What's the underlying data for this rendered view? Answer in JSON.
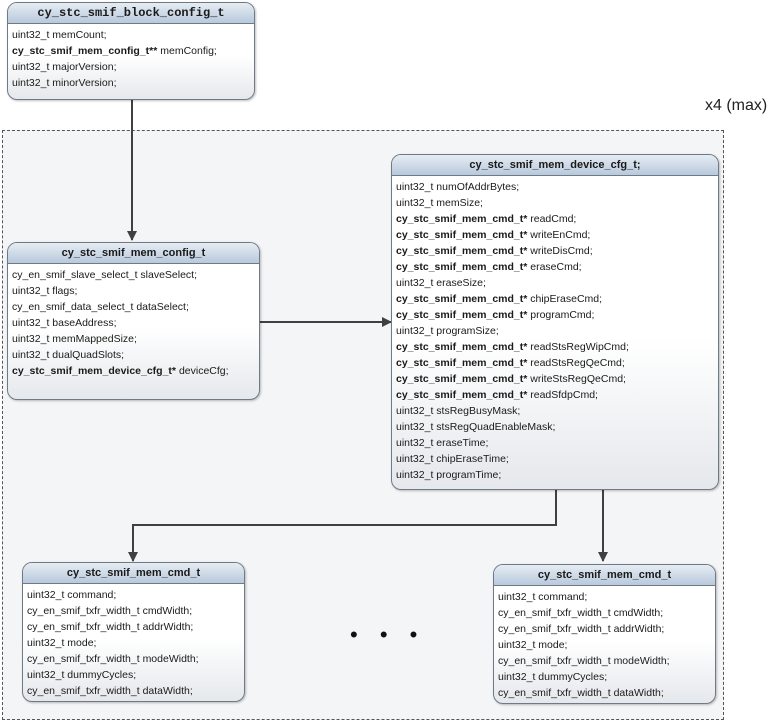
{
  "frame_label": "x4 (max)",
  "ellipsis": "• • •",
  "block_config": {
    "title": "cy_stc_smif_block_config_t",
    "fields": [
      {
        "type": "uint32_t",
        "name": "memCount;",
        "bold": false
      },
      {
        "type": "cy_stc_smif_mem_config_t**",
        "name": "memConfig;",
        "bold": true
      },
      {
        "type": "uint32_t",
        "name": "majorVersion;",
        "bold": false
      },
      {
        "type": "uint32_t",
        "name": "minorVersion;",
        "bold": false
      }
    ]
  },
  "mem_config": {
    "title": "cy_stc_smif_mem_config_t",
    "fields": [
      {
        "type": "cy_en_smif_slave_select_t",
        "name": "slaveSelect;",
        "bold": false
      },
      {
        "type": "uint32_t",
        "name": "flags;",
        "bold": false
      },
      {
        "type": "cy_en_smif_data_select_t",
        "name": "dataSelect;",
        "bold": false
      },
      {
        "type": "uint32_t",
        "name": "baseAddress;",
        "bold": false
      },
      {
        "type": "uint32_t",
        "name": "memMappedSize;",
        "bold": false
      },
      {
        "type": "uint32_t",
        "name": "dualQuadSlots;",
        "bold": false
      },
      {
        "type": "cy_stc_smif_mem_device_cfg_t*",
        "name": "deviceCfg;",
        "bold": true
      }
    ]
  },
  "device_cfg": {
    "title": "cy_stc_smif_mem_device_cfg_t;",
    "fields": [
      {
        "type": "uint32_t",
        "name": "numOfAddrBytes;",
        "bold": false
      },
      {
        "type": "uint32_t",
        "name": "memSize;",
        "bold": false
      },
      {
        "type": "cy_stc_smif_mem_cmd_t*",
        "name": "readCmd;",
        "bold": true
      },
      {
        "type": "cy_stc_smif_mem_cmd_t*",
        "name": "writeEnCmd;",
        "bold": true
      },
      {
        "type": "cy_stc_smif_mem_cmd_t*",
        "name": "writeDisCmd;",
        "bold": true
      },
      {
        "type": "cy_stc_smif_mem_cmd_t*",
        "name": "eraseCmd;",
        "bold": true
      },
      {
        "type": "uint32_t",
        "name": "eraseSize;",
        "bold": false
      },
      {
        "type": "cy_stc_smif_mem_cmd_t*",
        "name": "chipEraseCmd;",
        "bold": true
      },
      {
        "type": "cy_stc_smif_mem_cmd_t*",
        "name": "programCmd;",
        "bold": true
      },
      {
        "type": "uint32_t",
        "name": "programSize;",
        "bold": false
      },
      {
        "type": "cy_stc_smif_mem_cmd_t*",
        "name": "readStsRegWipCmd;",
        "bold": true
      },
      {
        "type": "cy_stc_smif_mem_cmd_t*",
        "name": "readStsRegQeCmd;",
        "bold": true
      },
      {
        "type": "cy_stc_smif_mem_cmd_t*",
        "name": "writeStsRegQeCmd;",
        "bold": true
      },
      {
        "type": "cy_stc_smif_mem_cmd_t*",
        "name": "readSfdpCmd;",
        "bold": true
      },
      {
        "type": "uint32_t",
        "name": "stsRegBusyMask;",
        "bold": false
      },
      {
        "type": "uint32_t",
        "name": "stsRegQuadEnableMask;",
        "bold": false
      },
      {
        "type": "uint32_t",
        "name": "eraseTime;",
        "bold": false
      },
      {
        "type": "uint32_t",
        "name": "chipEraseTime;",
        "bold": false
      },
      {
        "type": "uint32_t",
        "name": "programTime;",
        "bold": false
      }
    ]
  },
  "cmd_left": {
    "title": "cy_stc_smif_mem_cmd_t",
    "fields": [
      {
        "type": "uint32_t",
        "name": "command;",
        "bold": false
      },
      {
        "type": "cy_en_smif_txfr_width_t",
        "name": "cmdWidth;",
        "bold": false
      },
      {
        "type": "cy_en_smif_txfr_width_t",
        "name": "addrWidth;",
        "bold": false
      },
      {
        "type": "uint32_t",
        "name": "mode;",
        "bold": false
      },
      {
        "type": "cy_en_smif_txfr_width_t",
        "name": "modeWidth;",
        "bold": false
      },
      {
        "type": "uint32_t",
        "name": "dummyCycles;",
        "bold": false
      },
      {
        "type": "cy_en_smif_txfr_width_t",
        "name": "dataWidth;",
        "bold": false
      }
    ]
  },
  "cmd_right": {
    "title": "cy_stc_smif_mem_cmd_t",
    "fields": [
      {
        "type": "uint32_t",
        "name": "command;",
        "bold": false
      },
      {
        "type": "cy_en_smif_txfr_width_t",
        "name": "cmdWidth;",
        "bold": false
      },
      {
        "type": "cy_en_smif_txfr_width_t",
        "name": "addrWidth;",
        "bold": false
      },
      {
        "type": "uint32_t",
        "name": "mode;",
        "bold": false
      },
      {
        "type": "cy_en_smif_txfr_width_t",
        "name": "modeWidth;",
        "bold": false
      },
      {
        "type": "uint32_t",
        "name": "dummyCycles;",
        "bold": false
      },
      {
        "type": "cy_en_smif_txfr_width_t",
        "name": "dataWidth;",
        "bold": false
      }
    ]
  }
}
